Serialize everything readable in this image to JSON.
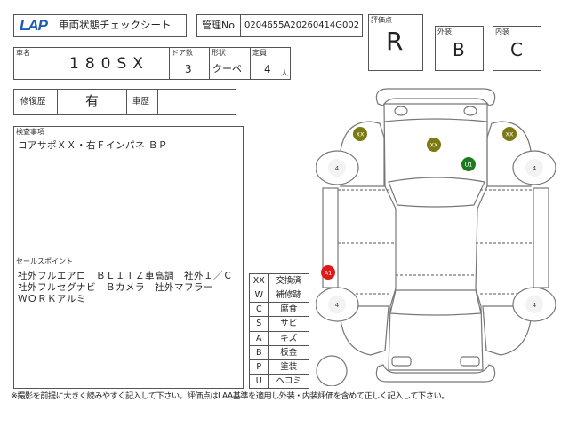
{
  "header": {
    "logo": "LAP",
    "title": "車両状態チェックシート",
    "kanri_label": "管理No",
    "kanri_no": "0204655A20260414G002"
  },
  "grades": {
    "overall_label": "評価点",
    "overall": "R",
    "exterior_label": "外装",
    "exterior": "B",
    "interior_label": "内装",
    "interior": "C"
  },
  "vehicle": {
    "name_label": "車名",
    "name": "180SX",
    "doors_label": "ドア数",
    "doors": "3",
    "shape_label": "形状",
    "shape": "クーペ",
    "capacity_label": "定員",
    "capacity": "4",
    "capacity_unit": "人"
  },
  "history": {
    "repair_label": "修復歴",
    "repair": "有",
    "car_history_label": "車歴",
    "car_history": ""
  },
  "inspection": {
    "label": "検査事項",
    "text": "コアサポＸＸ・右Ｆインパネ ＢＰ"
  },
  "sales": {
    "label": "セールスポイント",
    "lines": [
      "社外フルエアロ　ＢＬＩＴＺ車高調　社外Ｉ／Ｃ",
      "社外フルセグナビ　Ｂカメラ　社外マフラー",
      "ＷＯＲＫアルミ"
    ]
  },
  "legend": [
    {
      "code": "XX",
      "meaning": "交換済"
    },
    {
      "code": "W",
      "meaning": "補修跡"
    },
    {
      "code": "C",
      "meaning": "腐食"
    },
    {
      "code": "S",
      "meaning": "サビ"
    },
    {
      "code": "A",
      "meaning": "キズ"
    },
    {
      "code": "B",
      "meaning": "板金"
    },
    {
      "code": "P",
      "meaning": "塗装"
    },
    {
      "code": "U",
      "meaning": "ヘコミ"
    }
  ],
  "diagram": {
    "markers": [
      {
        "label": "XX",
        "color": "#7a7a10"
      },
      {
        "label": "XX",
        "color": "#7a7a10"
      },
      {
        "label": "XX",
        "color": "#7a7a10"
      },
      {
        "label": "U1",
        "color": "#1e7a1e"
      },
      {
        "label": "A1",
        "color": "#e01818"
      }
    ],
    "tires": [
      "4",
      "4",
      "4",
      "4"
    ]
  },
  "footer": "※撮影を前提に大きく読みやすく記入して下さい。評価点はLAA基準を適用し外装・内装評価を含めて正しく記入して下さい。"
}
